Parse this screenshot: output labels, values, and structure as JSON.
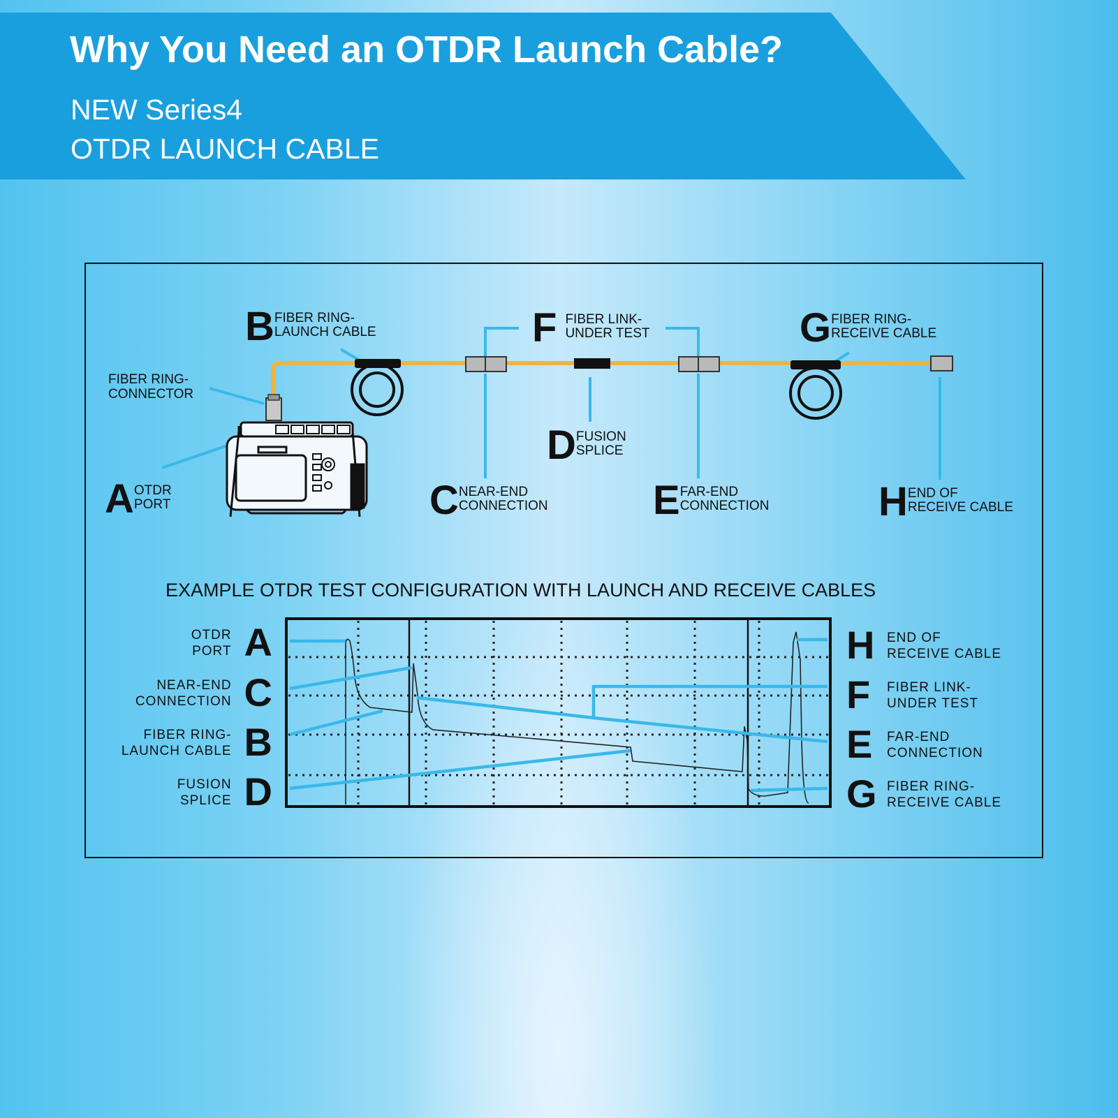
{
  "header": {
    "title": "Why You Need an OTDR Launch Cable?",
    "subtitle_line1": "NEW Series4",
    "subtitle_line2": "OTDR LAUNCH CABLE"
  },
  "colors": {
    "banner": "#1a9fde",
    "cable": "#f2b33d",
    "callout_line": "#39b8ea",
    "outline": "#111111"
  },
  "diagram": {
    "callouts": [
      {
        "id": "A",
        "letter": "A",
        "text": "OTDR\nPORT"
      },
      {
        "id": "B",
        "letter": "B",
        "text": "FIBER RING-\nLAUNCH CABLE"
      },
      {
        "id": "C",
        "letter": "C",
        "text": "NEAR-END\nCONNECTION"
      },
      {
        "id": "D",
        "letter": "D",
        "text": "FUSION\nSPLICE"
      },
      {
        "id": "E",
        "letter": "E",
        "text": "FAR-END\nCONNECTION"
      },
      {
        "id": "F",
        "letter": "F",
        "text": "FIBER LINK-\nUNDER TEST"
      },
      {
        "id": "G",
        "letter": "G",
        "text": "FIBER RING-\nRECEIVE CABLE"
      },
      {
        "id": "H",
        "letter": "H",
        "text": "END OF\nRECEIVE CABLE"
      }
    ],
    "connector_label": "FIBER RING-\nCONNECTOR"
  },
  "chart": {
    "title": "EXAMPLE OTDR TEST CONFIGURATION WITH LAUNCH AND RECEIVE CABLES",
    "left_legend": [
      {
        "letter": "A",
        "text": "OTDR\nPORT"
      },
      {
        "letter": "C",
        "text": "NEAR-END\nCONNECTION"
      },
      {
        "letter": "B",
        "text": "FIBER RING-\nLAUNCH CABLE"
      },
      {
        "letter": "D",
        "text": "FUSION\nSPLICE"
      }
    ],
    "right_legend": [
      {
        "letter": "H",
        "text": "END OF\nRECEIVE CABLE"
      },
      {
        "letter": "F",
        "text": "FIBER LINK-\nUNDER TEST"
      },
      {
        "letter": "E",
        "text": "FAR-END\nCONNECTION"
      },
      {
        "letter": "G",
        "text": "FIBER RING-\nRECEIVE CABLE"
      }
    ]
  }
}
